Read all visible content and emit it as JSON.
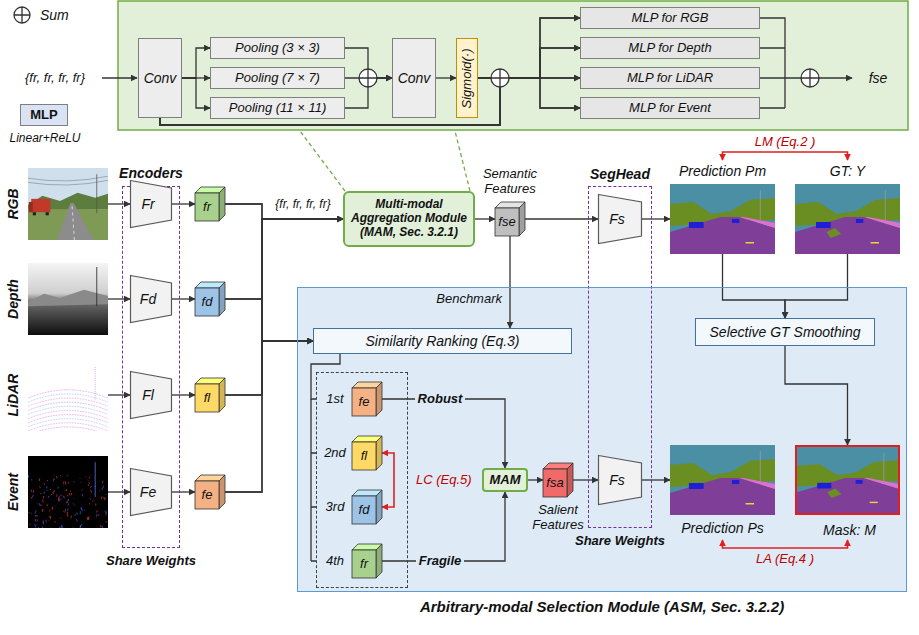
{
  "diagram": {
    "nodes": [
      {
        "text": [
          "MLP",
          "Linear+ReLU"
        ]
      },
      {
        "text": [
          "Conv"
        ]
      },
      {
        "text": [
          "Pooling (3 × 3)"
        ]
      },
      {
        "text": [
          "Pooling (7 × 7)"
        ]
      },
      {
        "text": [
          "Pooling (11 × 11)"
        ]
      },
      {
        "text": [
          "Conv"
        ]
      },
      {
        "text": [
          "Sigmoid(·)"
        ]
      },
      {
        "text": [
          "MLP for RGB"
        ]
      },
      {
        "text": [
          "MLP for Depth"
        ]
      },
      {
        "text": [
          "MLP for LiDAR"
        ]
      },
      {
        "text": [
          "MLP for Event"
        ]
      },
      {
        "text": [
          "RGB"
        ]
      },
      {
        "text": [
          "Depth"
        ]
      },
      {
        "text": [
          "LiDAR"
        ]
      },
      {
        "text": [
          "Event"
        ]
      },
      {
        "text": [
          "Encoders",
          "Share Weights"
        ]
      },
      {
        "text": [
          "Fr"
        ],
        "in": 15
      },
      {
        "text": [
          "Fd"
        ],
        "in": 15
      },
      {
        "text": [
          "Fl"
        ],
        "in": 15
      },
      {
        "text": [
          "Fe"
        ],
        "in": 15
      },
      {
        "text": [
          "fr"
        ]
      },
      {
        "text": [
          "fd"
        ]
      },
      {
        "text": [
          "fl"
        ]
      },
      {
        "text": [
          "fe"
        ]
      },
      {
        "text": [
          "Multi-modal Aggregation Module (MAM, Sec. 3.2.1)"
        ]
      },
      {
        "text": [
          "Semantic Features",
          "fse"
        ]
      },
      {
        "text": [
          "SegHead",
          "Share Weights"
        ]
      },
      {
        "text": [
          "Fs"
        ],
        "in": 26
      },
      {
        "text": [
          "Fs"
        ],
        "in": 26
      },
      {
        "text": [
          "Prediction Pm"
        ]
      },
      {
        "text": [
          "GT: Y"
        ]
      },
      {
        "text": [
          "Arbitrary-modal Selection Module (ASM, Sec. 3.2.2)"
        ]
      },
      {
        "text": [
          "Similarity Ranking (Eq.3)"
        ],
        "in": 31
      },
      {
        "text": [
          "Selective GT Smoothing"
        ],
        "in": 31
      },
      {
        "text": [
          "1st",
          "2nd",
          "3rd",
          "4th"
        ],
        "in": 31
      },
      {
        "text": [
          "fe"
        ],
        "in": 34
      },
      {
        "text": [
          "fl"
        ],
        "in": 34
      },
      {
        "text": [
          "fd"
        ],
        "in": 34
      },
      {
        "text": [
          "fr"
        ],
        "in": 34
      },
      {
        "text": [
          "MAM"
        ],
        "in": 31
      },
      {
        "text": [
          "fsa",
          "Salient Features"
        ],
        "in": 31
      },
      {
        "text": [
          "Prediction Ps"
        ],
        "in": 31
      },
      {
        "text": [
          "Mask: M"
        ],
        "in": 31
      }
    ],
    "edges": [
      {
        "from": 1,
        "to": 2,
        "arrow": "to"
      },
      {
        "from": 1,
        "to": 3,
        "arrow": "to"
      },
      {
        "from": 1,
        "to": 4,
        "arrow": "to"
      },
      {
        "from": 2,
        "to": 5,
        "arrow": "to"
      },
      {
        "from": 3,
        "to": 5,
        "arrow": "to"
      },
      {
        "from": 4,
        "to": 5,
        "arrow": "to"
      },
      {
        "from": 5,
        "to": 6,
        "arrow": "to"
      },
      {
        "from": 6,
        "to": 7,
        "arrow": "to"
      },
      {
        "from": 6,
        "to": 8,
        "arrow": "to"
      },
      {
        "from": 6,
        "to": 9,
        "arrow": "to"
      },
      {
        "from": 6,
        "to": 10,
        "arrow": "to"
      },
      {
        "from": 1,
        "to": 7,
        "arrow": "to"
      },
      {
        "from": 1,
        "to": 8,
        "arrow": "to"
      },
      {
        "from": 1,
        "to": 9,
        "arrow": "to"
      },
      {
        "from": 1,
        "to": 10,
        "arrow": "to"
      },
      {
        "from": 11,
        "to": 16,
        "arrow": "to"
      },
      {
        "from": 12,
        "to": 17,
        "arrow": "to"
      },
      {
        "from": 13,
        "to": 18,
        "arrow": "to"
      },
      {
        "from": 14,
        "to": 19,
        "arrow": "to"
      },
      {
        "from": 16,
        "to": 20,
        "arrow": "to"
      },
      {
        "from": 17,
        "to": 21,
        "arrow": "to"
      },
      {
        "from": 18,
        "to": 22,
        "arrow": "to"
      },
      {
        "from": 19,
        "to": 23,
        "arrow": "to"
      },
      {
        "from": 20,
        "to": 24,
        "arrow": "to"
      },
      {
        "from": 21,
        "to": 24,
        "arrow": "to"
      },
      {
        "from": 22,
        "to": 24,
        "arrow": "to"
      },
      {
        "from": 23,
        "to": 24,
        "arrow": "to"
      },
      {
        "from": 20,
        "to": 32,
        "arrow": "to"
      },
      {
        "from": 21,
        "to": 32,
        "arrow": "to"
      },
      {
        "from": 22,
        "to": 32,
        "arrow": "to"
      },
      {
        "from": 23,
        "to": 32,
        "arrow": "to"
      },
      {
        "from": 24,
        "to": 25,
        "arrow": "to"
      },
      {
        "from": 25,
        "to": 27,
        "arrow": "to"
      },
      {
        "from": 27,
        "to": 29,
        "arrow": "to"
      },
      {
        "from": 29,
        "to": 30,
        "arrow": "both",
        "label": "LM (Eq.2 )"
      },
      {
        "from": 25,
        "to": 32,
        "arrow": "to",
        "label": "Benchmark"
      },
      {
        "from": 29,
        "to": 33,
        "arrow": "to"
      },
      {
        "from": 30,
        "to": 33,
        "arrow": "to"
      },
      {
        "from": 33,
        "to": 42,
        "arrow": "to"
      },
      {
        "from": 32,
        "to": 34,
        "arrow": "none"
      },
      {
        "from": 35,
        "to": 39,
        "arrow": "to"
      },
      {
        "from": 38,
        "to": 39,
        "arrow": "to"
      },
      {
        "from": 36,
        "to": 37,
        "arrow": "both",
        "label": "LC (Eq.5)"
      },
      {
        "from": 39,
        "to": 40,
        "arrow": "to"
      },
      {
        "from": 40,
        "to": 28,
        "arrow": "to"
      },
      {
        "from": 28,
        "to": 41,
        "arrow": "to"
      },
      {
        "from": 41,
        "to": 42,
        "arrow": "both",
        "label": "LA (Eq.4 )"
      }
    ],
    "labels": [
      "{fr, fr, fr, fr}",
      "fse",
      "{fr, fr, fr, fr}",
      "Robust",
      "Fragile"
    ],
    "legend": [
      {
        "text": "Sum"
      }
    ]
  }
}
